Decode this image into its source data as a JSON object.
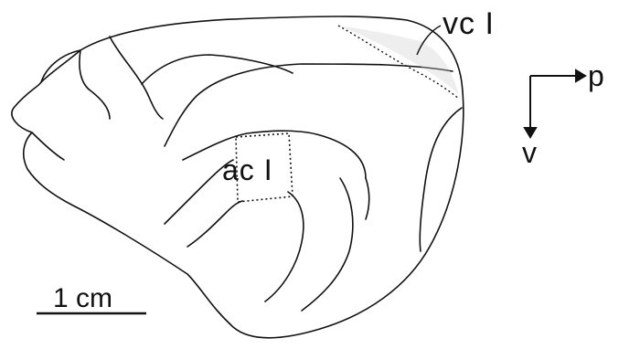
{
  "labels": {
    "visual_cortex": "vc I",
    "auditory_cortex": "ac I",
    "posterior": "p",
    "ventral": "v",
    "scale_bar": "1 cm"
  },
  "colors": {
    "ink": "#111111",
    "background": "#ffffff"
  }
}
